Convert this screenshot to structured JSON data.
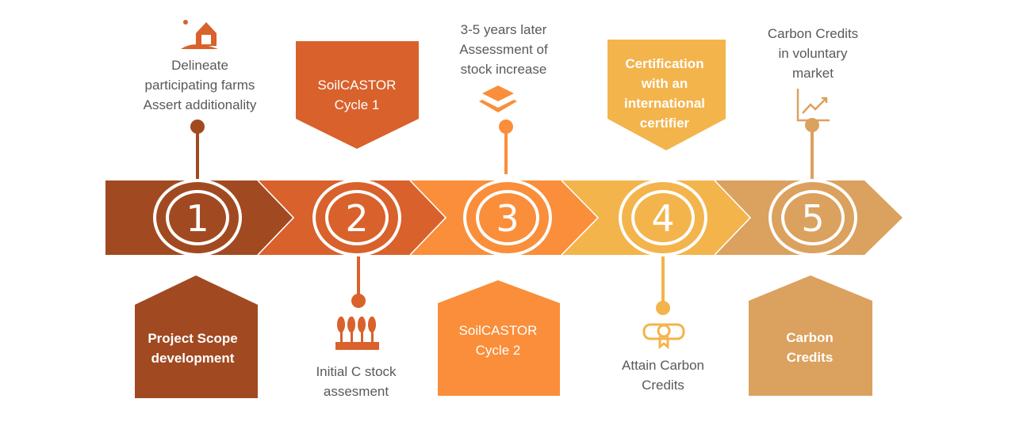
{
  "colors": {
    "step1": "#A14A21",
    "step2": "#D9612B",
    "step3": "#FA8E3A",
    "step4": "#F3B44C",
    "step5": "#DBA15E"
  },
  "steps": [
    {
      "number": "1",
      "top_text": [
        "Delineate",
        "participating farms",
        "Assert additionality"
      ],
      "top_icon": "barn-icon",
      "bottom_box": [
        "Project Scope",
        "development"
      ]
    },
    {
      "number": "2",
      "top_box": [
        "SoilCASTOR",
        "Cycle 1"
      ],
      "bottom_icon": "wheat-icon",
      "bottom_text": [
        "Initial C stock",
        "assesment"
      ]
    },
    {
      "number": "3",
      "top_text": [
        "3-5 years later",
        "Assessment of",
        "stock increase"
      ],
      "top_icon": "layers-icon",
      "bottom_box": [
        "SoilCASTOR",
        "Cycle 2"
      ]
    },
    {
      "number": "4",
      "top_box": [
        "Certification",
        "with an",
        "international",
        "certifier"
      ],
      "bottom_icon": "certificate-icon",
      "bottom_text": [
        "Attain Carbon",
        "Credits"
      ]
    },
    {
      "number": "5",
      "top_text": [
        "Carbon Credits",
        "in voluntary",
        "market"
      ],
      "top_icon": "growth-chart-icon",
      "bottom_box": [
        "Carbon",
        "Credits"
      ]
    }
  ]
}
